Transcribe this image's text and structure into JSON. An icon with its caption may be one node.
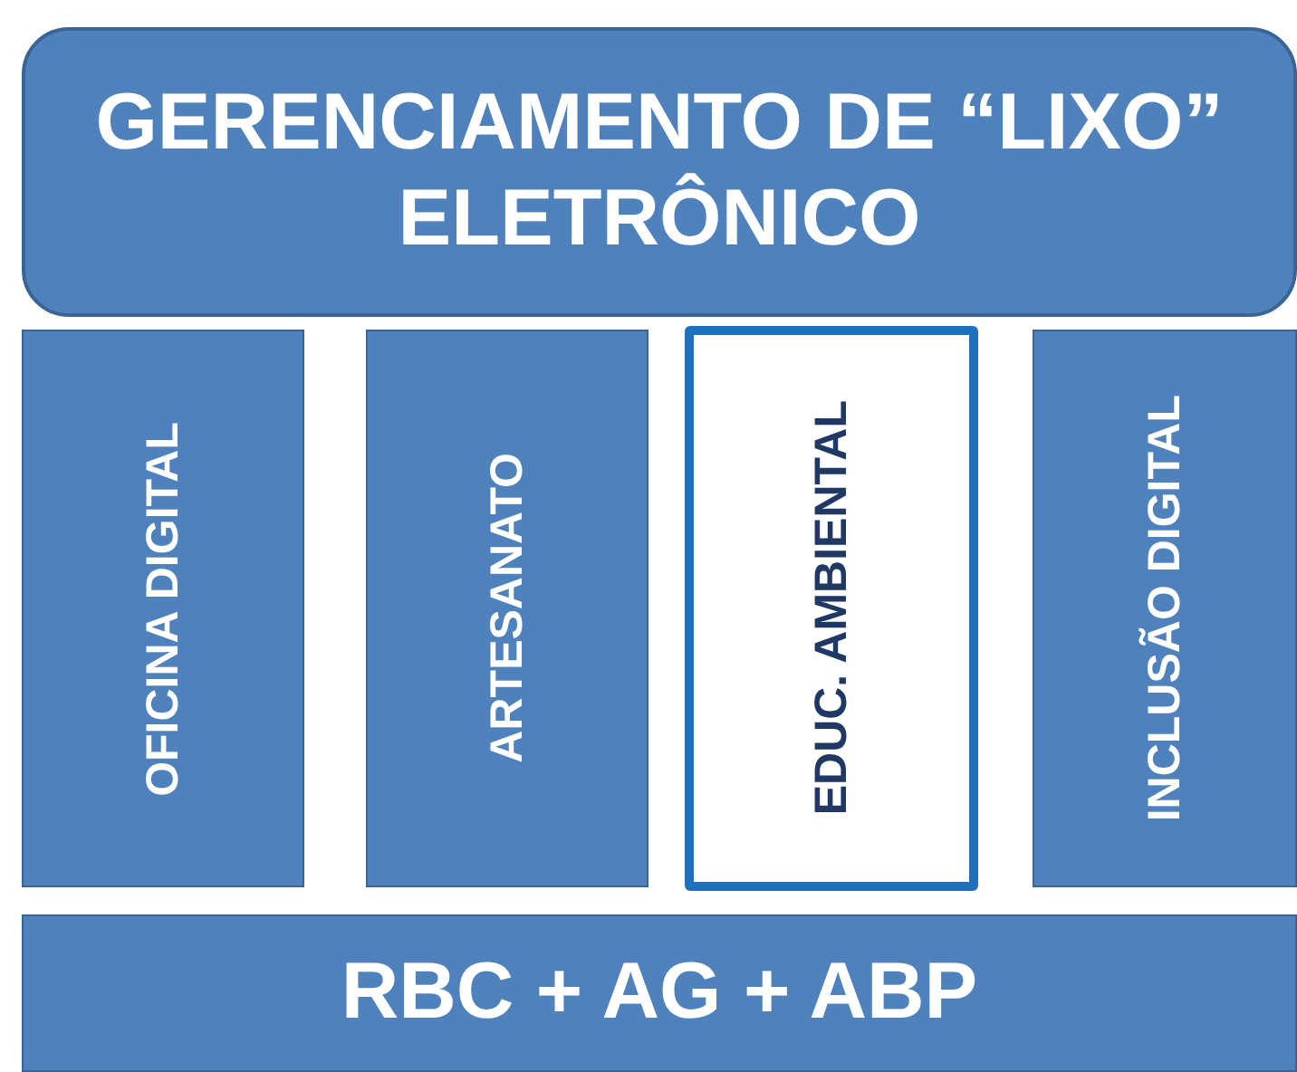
{
  "diagram": {
    "nodes": [
      {
        "text": [
          "GERENCIAMENTO DE “LIXO” ELETRÔNICO"
        ]
      },
      {
        "text": [
          "OFICINA DIGITAL"
        ]
      },
      {
        "text": [
          "ARTESANATO"
        ]
      },
      {
        "text": [
          "EDUC. AMBIENTAL"
        ]
      },
      {
        "text": [
          "INCLUSÃO DIGITAL"
        ]
      },
      {
        "text": [
          "RBC + AG + ABP"
        ]
      }
    ]
  }
}
